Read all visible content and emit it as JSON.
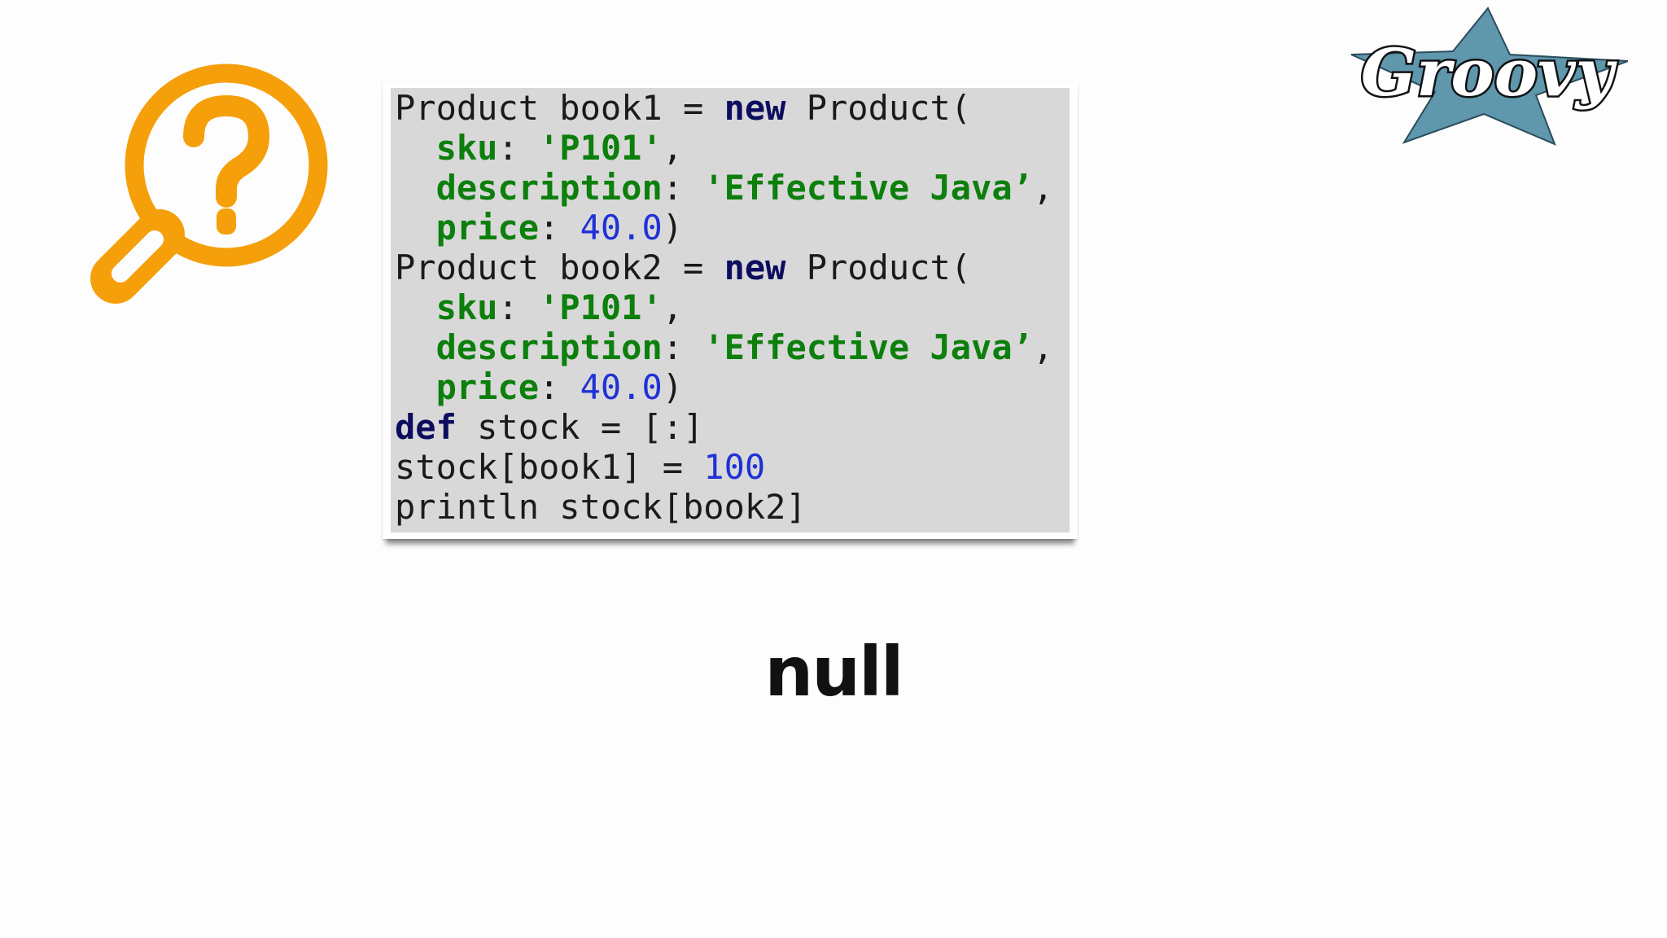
{
  "slide": {
    "result_text": "null",
    "logo_text": "Groovy",
    "colors": {
      "background": "#fdfdfe",
      "code_background": "#d9d8d9",
      "keyword": "#0d0d5e",
      "named_arg": "#0c7f0c",
      "string": "#0c7f0c",
      "number": "#1f31d6",
      "magnifier": "#f5a00b",
      "logo_star": "#5f97ad"
    },
    "icons": [
      "magnifier-question-icon",
      "groovy-logo"
    ]
  },
  "code": {
    "lines": [
      {
        "tokens": [
          {
            "t": "Product book1 = ",
            "c": "plain"
          },
          {
            "t": "new",
            "c": "kw"
          },
          {
            "t": " Product(",
            "c": "plain"
          }
        ]
      },
      {
        "tokens": [
          {
            "t": "  ",
            "c": "plain"
          },
          {
            "t": "sku",
            "c": "named"
          },
          {
            "t": ": ",
            "c": "plain"
          },
          {
            "t": "'P101'",
            "c": "str"
          },
          {
            "t": ",",
            "c": "plain"
          }
        ]
      },
      {
        "tokens": [
          {
            "t": "  ",
            "c": "plain"
          },
          {
            "t": "description",
            "c": "named"
          },
          {
            "t": ": ",
            "c": "plain"
          },
          {
            "t": "'Effective Java’",
            "c": "str"
          },
          {
            "t": ",",
            "c": "plain"
          }
        ]
      },
      {
        "tokens": [
          {
            "t": "  ",
            "c": "plain"
          },
          {
            "t": "price",
            "c": "named"
          },
          {
            "t": ": ",
            "c": "plain"
          },
          {
            "t": "40.0",
            "c": "num"
          },
          {
            "t": ")",
            "c": "plain"
          }
        ]
      },
      {
        "tokens": [
          {
            "t": "Product book2 = ",
            "c": "plain"
          },
          {
            "t": "new",
            "c": "kw"
          },
          {
            "t": " Product(",
            "c": "plain"
          }
        ]
      },
      {
        "tokens": [
          {
            "t": "  ",
            "c": "plain"
          },
          {
            "t": "sku",
            "c": "named"
          },
          {
            "t": ": ",
            "c": "plain"
          },
          {
            "t": "'P101'",
            "c": "str"
          },
          {
            "t": ",",
            "c": "plain"
          }
        ]
      },
      {
        "tokens": [
          {
            "t": "  ",
            "c": "plain"
          },
          {
            "t": "description",
            "c": "named"
          },
          {
            "t": ": ",
            "c": "plain"
          },
          {
            "t": "'Effective Java’",
            "c": "str"
          },
          {
            "t": ",",
            "c": "plain"
          }
        ]
      },
      {
        "tokens": [
          {
            "t": "  ",
            "c": "plain"
          },
          {
            "t": "price",
            "c": "named"
          },
          {
            "t": ": ",
            "c": "plain"
          },
          {
            "t": "40.0",
            "c": "num"
          },
          {
            "t": ")",
            "c": "plain"
          }
        ]
      },
      {
        "tokens": [
          {
            "t": "def",
            "c": "kw"
          },
          {
            "t": " stock = [:]",
            "c": "plain"
          }
        ]
      },
      {
        "tokens": [
          {
            "t": "stock[book1] = ",
            "c": "plain"
          },
          {
            "t": "100",
            "c": "num"
          }
        ]
      },
      {
        "tokens": [
          {
            "t": "println stock[book2]",
            "c": "plain"
          }
        ]
      }
    ]
  }
}
